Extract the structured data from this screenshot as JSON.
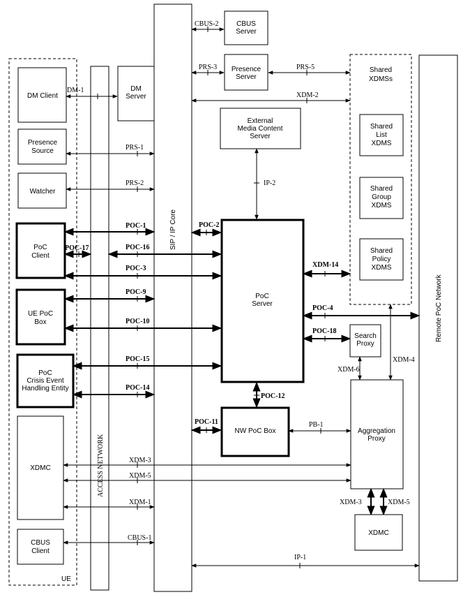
{
  "nodes": {
    "dm_client": [
      "DM Client"
    ],
    "dm_server": [
      "DM",
      "Server"
    ],
    "presence_source": [
      "Presence",
      "Source"
    ],
    "watcher": [
      "Watcher"
    ],
    "poc_client": [
      "PoC",
      "Client"
    ],
    "ue_poc_box": [
      "UE PoC",
      "Box"
    ],
    "crisis": [
      "PoC",
      "Crisis Event",
      "Handling Entity"
    ],
    "xdmc_ue": [
      "XDMC"
    ],
    "cbus_client": [
      "CBUS",
      "Client"
    ],
    "ue_label": "UE",
    "access_network": "ACCESS NETWORK",
    "sip_core": "SIP / IP Core",
    "cbus_server": [
      "CBUS",
      "Server"
    ],
    "presence_server": [
      "Presence",
      "Server"
    ],
    "ext_media": [
      "External",
      "Media Content",
      "Server"
    ],
    "poc_server": [
      "PoC",
      "Server"
    ],
    "nw_poc_box": [
      "NW PoC Box"
    ],
    "shared_xdms": [
      "Shared",
      "XDMSs"
    ],
    "shared_list": [
      "Shared",
      "List",
      "XDMS"
    ],
    "shared_group": [
      "Shared",
      "Group",
      "XDMS"
    ],
    "shared_policy": [
      "Shared",
      "Policy",
      "XDMS"
    ],
    "search_proxy": [
      "Search",
      "Proxy"
    ],
    "aggregation_proxy": [
      "Aggregation",
      "Proxy"
    ],
    "xdmc_right": [
      "XDMC"
    ],
    "remote_poc": "Remote PoC Network"
  },
  "interfaces": {
    "dm1": "DM-1",
    "prs1": "PRS-1",
    "prs2": "PRS-2",
    "poc1": "POC-1",
    "poc17": "POC-17",
    "poc16": "POC-16",
    "poc3": "POC-3",
    "poc9": "POC-9",
    "poc10": "POC-10",
    "poc15": "POC-15",
    "poc14": "POC-14",
    "xdm3_left": "XDM-3",
    "xdm5_left": "XDM-5",
    "xdm1": "XDM-1",
    "cbus1": "CBUS-1",
    "cbus2": "CBUS-2",
    "prs3": "PRS-3",
    "prs5": "PRS-5",
    "xdm2": "XDM-2",
    "ip2": "IP-2",
    "poc2": "POC-2",
    "xdm14": "XDM-14",
    "poc4": "POC-4",
    "poc18": "POC-18",
    "xdm6": "XDM-6",
    "xdm4": "XDM-4",
    "poc12": "POC-12",
    "poc11": "POC-11",
    "pb1": "PB-1",
    "xdm3_right": "XDM-3",
    "xdm5_right": "XDM-5",
    "ip1": "IP-1"
  }
}
